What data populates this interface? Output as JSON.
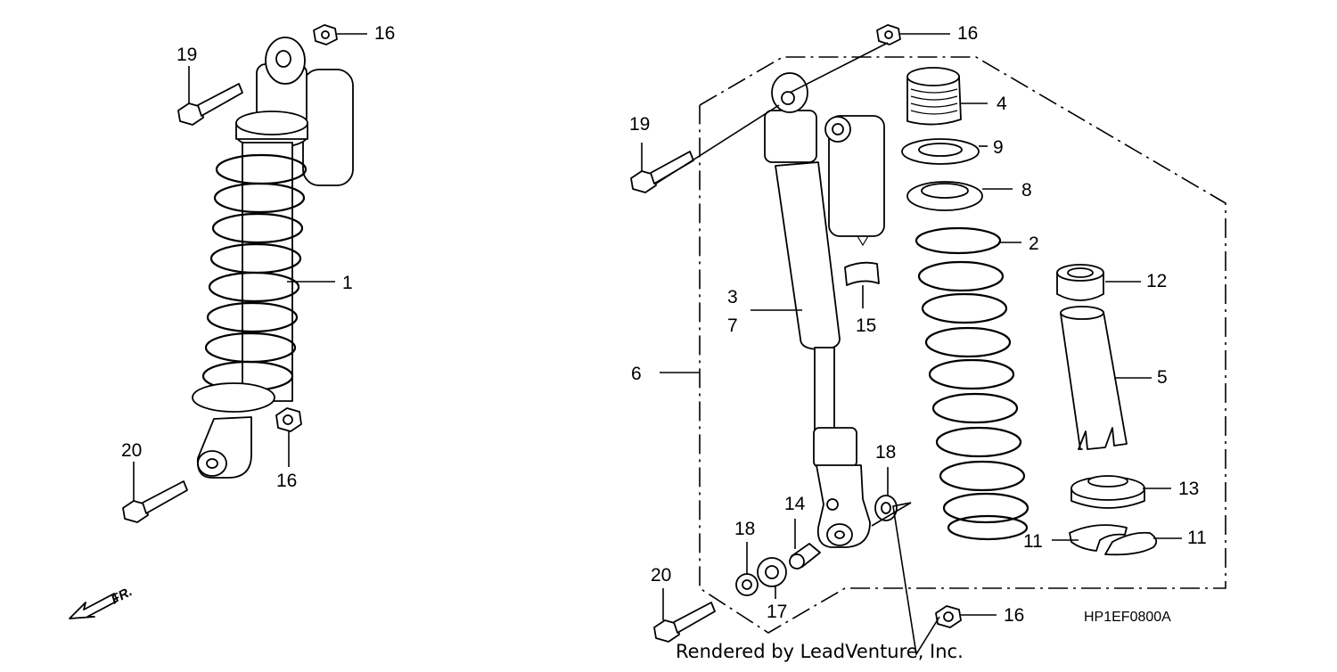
{
  "callouts": {
    "c1": "1",
    "c2": "2",
    "c3": "3",
    "c4": "4",
    "c5": "5",
    "c6": "6",
    "c7": "7",
    "c8": "8",
    "c9": "9",
    "c11a": "11",
    "c11b": "11",
    "c12": "12",
    "c13": "13",
    "c14": "14",
    "c15": "15",
    "c16a": "16",
    "c16b": "16",
    "c16c": "16",
    "c16d": "16",
    "c17": "17",
    "c18a": "18",
    "c18b": "18",
    "c19a": "19",
    "c19b": "19",
    "c20a": "20",
    "c20b": "20"
  },
  "diagram_code": "HP1EF0800A",
  "credit": "Rendered by LeadVenture, Inc.",
  "direction_label": "FR."
}
